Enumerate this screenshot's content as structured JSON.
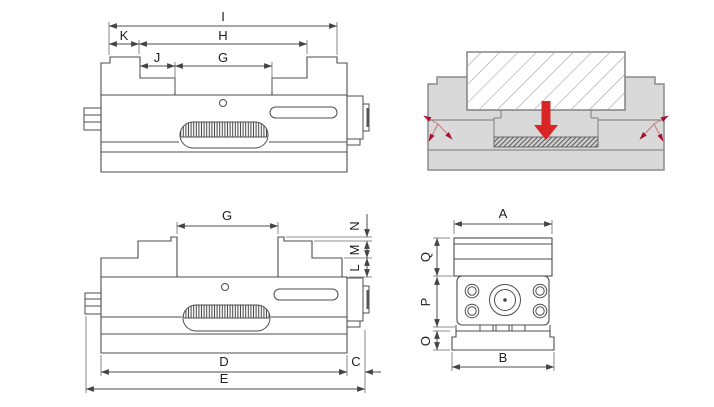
{
  "drawing": {
    "type": "precision-vise-technical-drawing",
    "views": {
      "top_side": {
        "name": "side view jaws closed",
        "dims": {
          "I": "I",
          "K": "K",
          "H": "H",
          "J": "J",
          "G": "G"
        }
      },
      "clamp_section": {
        "name": "clamping principle cross-section",
        "dims": {}
      },
      "bottom_side": {
        "name": "side view jaws stepped",
        "dims": {
          "G": "G",
          "N": "N",
          "M": "M",
          "L": "L",
          "D": "D",
          "C": "C",
          "E": "E"
        }
      },
      "end_view": {
        "name": "end view",
        "dims": {
          "A": "A",
          "Q": "Q",
          "P": "P",
          "O": "O",
          "B": "B"
        }
      }
    },
    "colors": {
      "line": "#4d4d4d",
      "section_body_gray": "#d9d9d9",
      "section_outline_gray": "#8a8a8a",
      "clamp_arrow_red": "#d92525",
      "force_arrow_red": "#a8102e",
      "label": "#1d1d1d"
    }
  }
}
